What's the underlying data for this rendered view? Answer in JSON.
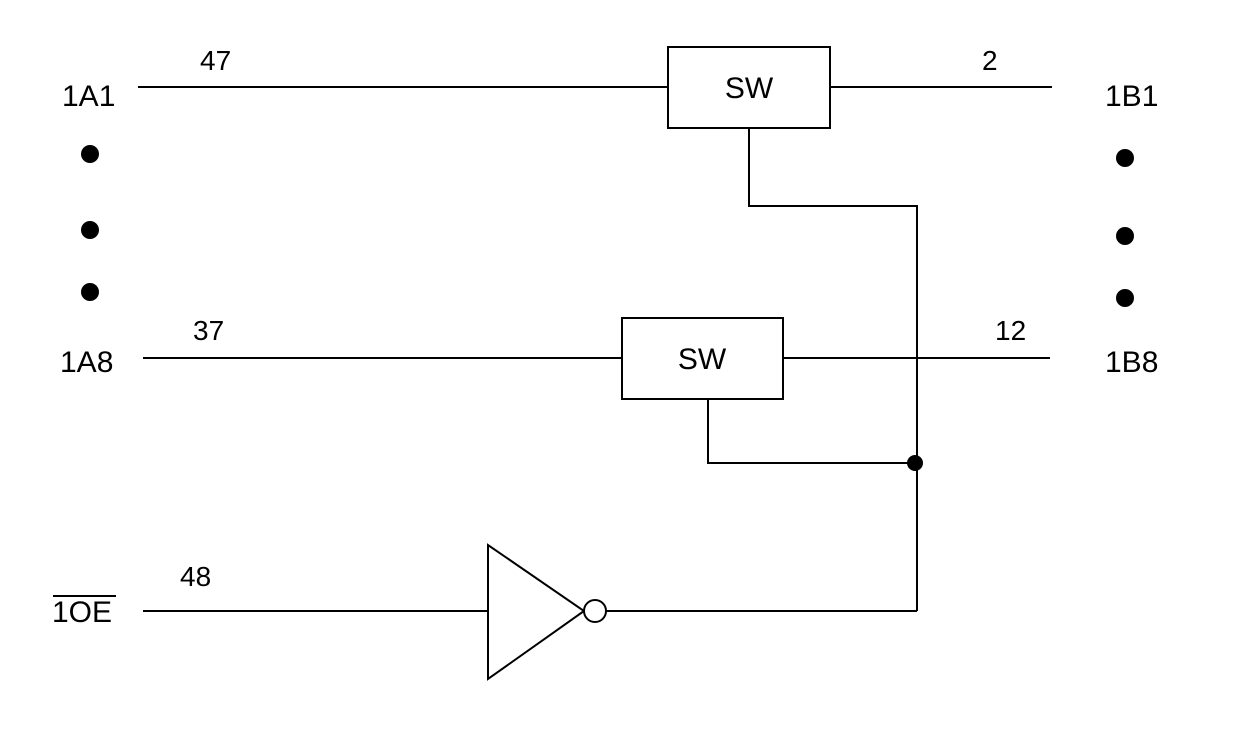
{
  "inputs": {
    "a1": "1A1",
    "a8": "1A8",
    "oe": "1OE"
  },
  "outputs": {
    "b1": "1B1",
    "b8": "1B8"
  },
  "pins": {
    "a1": "47",
    "a8": "37",
    "oe": "48",
    "b1": "2",
    "b8": "12"
  },
  "switches": {
    "top": "SW",
    "bottom": "SW"
  },
  "colors": {
    "line": "#000000",
    "background": "#ffffff"
  }
}
